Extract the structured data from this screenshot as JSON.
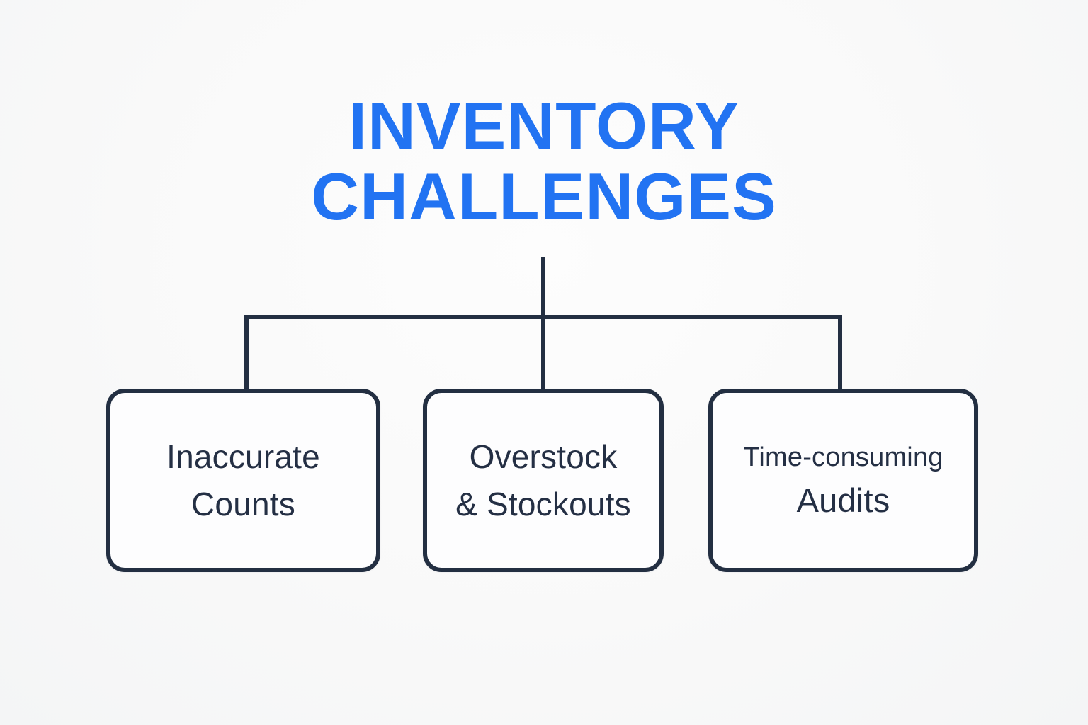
{
  "title": {
    "line1": "INVENTORY",
    "line2": "CHALLENGES"
  },
  "diagram": {
    "type": "tree",
    "root_label": "INVENTORY CHALLENGES",
    "nodes": [
      {
        "id": "inaccurate-counts",
        "line1": "Inaccurate",
        "line2": "Counts"
      },
      {
        "id": "overstock-stockouts",
        "line1": "Overstock",
        "line2": "& Stockouts"
      },
      {
        "id": "time-consuming-audits",
        "line1": "Time-consuming",
        "line2": "Audits"
      }
    ]
  },
  "colors": {
    "accent_blue": "#2273F2",
    "line_navy": "#232F42",
    "text_navy": "#242F44",
    "background": "#F8F8F8",
    "box_fill": "#FDFDFE"
  }
}
